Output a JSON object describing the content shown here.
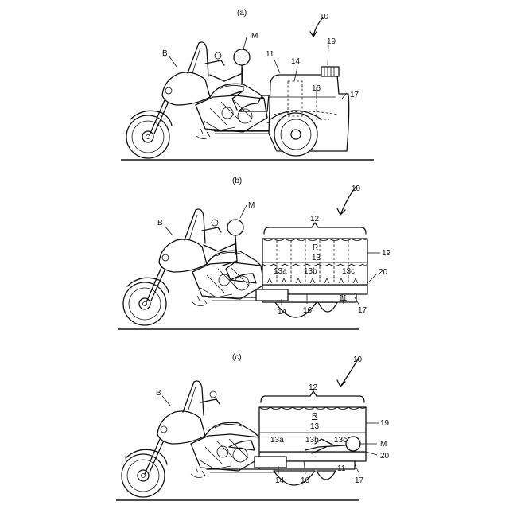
{
  "panels": [
    {
      "caption": "(a)",
      "labels": {
        "ref10": "10",
        "rider": "M",
        "bike": "B",
        "l11": "11",
        "l14": "14",
        "l19": "19",
        "l16": "16",
        "l17": "17"
      }
    },
    {
      "caption": "(b)",
      "labels": {
        "ref10": "10",
        "rider": "M",
        "bike": "B",
        "l12": "12",
        "R": "R",
        "l13": "13",
        "l19": "19",
        "l13a": "13a",
        "l13b": "13b",
        "l13c": "13c",
        "l20": "20",
        "l14": "14",
        "l16": "16",
        "l11": "11",
        "l17": "17"
      }
    },
    {
      "caption": "(c)",
      "labels": {
        "ref10": "10",
        "bike": "B",
        "l12": "12",
        "R": "R",
        "l13": "13",
        "l19": "19",
        "l13a": "13a",
        "l13b": "13b",
        "l13c": "13c",
        "rider": "M",
        "l20": "20",
        "l14": "14",
        "l16": "16",
        "l11": "11",
        "l17": "17"
      }
    }
  ]
}
